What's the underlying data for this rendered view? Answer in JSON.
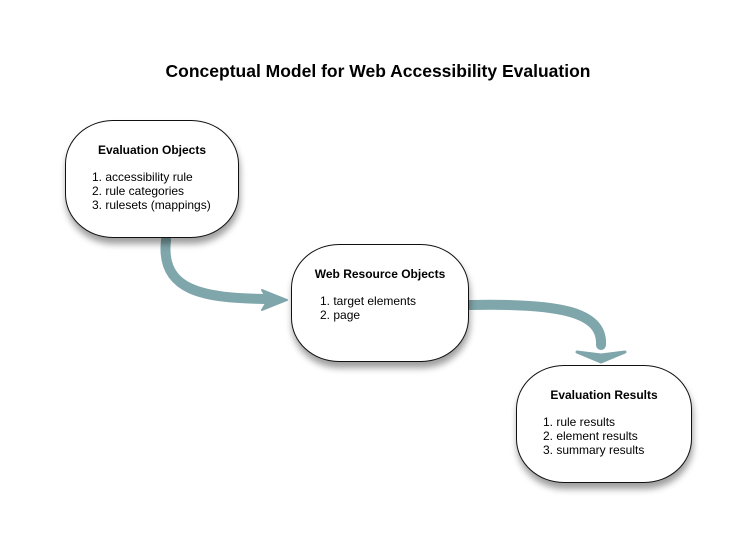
{
  "diagram": {
    "title": "Conceptual Model for Web Accessibility Evaluation",
    "nodes": [
      {
        "title": "Evaluation Objects",
        "items": [
          "1. accessibility rule",
          "2. rule categories",
          "3. rulesets (mappings)"
        ]
      },
      {
        "title": "Web Resource Objects",
        "items": [
          "1. target elements",
          "2. page"
        ]
      },
      {
        "title": "Evaluation Results",
        "items": [
          "1. rule results",
          "2. element results",
          "3. summary results"
        ]
      }
    ],
    "edges": [
      {
        "from": "Evaluation Objects",
        "to": "Web Resource Objects"
      },
      {
        "from": "Web Resource Objects",
        "to": "Evaluation Results"
      }
    ],
    "colors": {
      "connector": "#7fa6ab",
      "node_border": "#111111",
      "background": "#ffffff"
    }
  }
}
